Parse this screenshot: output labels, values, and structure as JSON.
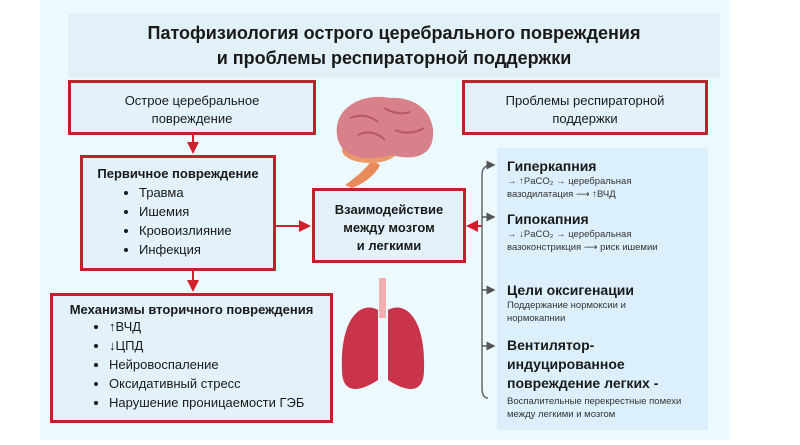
{
  "title": {
    "line1": "Патофизиология острого церебрального повреждения",
    "line2": "и проблемы респираторной поддержки"
  },
  "acute_box": {
    "line1": "Острое церебральное",
    "line2": "повреждение"
  },
  "respiratory_box": {
    "line1": "Проблемы респираторной",
    "line2": "поддержки"
  },
  "primary": {
    "heading": "Первичное повреждение",
    "items": [
      "Травма",
      "Ишемия",
      "Кровоизлияние",
      "Инфекция"
    ]
  },
  "interaction": {
    "line1": "Взаимодействие",
    "line2": "между мозгом",
    "line3": "и легкими"
  },
  "secondary": {
    "heading": "Механизмы вторичного повреждения",
    "items": [
      "↑ВЧД",
      "↓ЦПД",
      "Нейровоспаление",
      "Оксидативный стресс",
      "Нарушение проницаемости ГЭБ"
    ]
  },
  "panel": [
    {
      "heading": "Гиперкапния",
      "text": "→ ↑PaCO₂ → церебральная вазодилатация ⟶ ↑ВЧД"
    },
    {
      "heading": "Гипокапния",
      "text": "→ ↓PaCO₂ → церебральная вазоконстрикция ⟶ риск ишемии"
    },
    {
      "heading": "Цели оксигенации",
      "text": "Поддержание нормоксии и нормокапнии"
    },
    {
      "heading": "Вентилятор-индуцированное повреждение легких -",
      "text": "Воспалительные перекрестные помехи между легкими и мозгом"
    }
  ],
  "colors": {
    "border": "#c0212b",
    "box_fill": "#e3f2fa",
    "panel": "#dcf0fb"
  }
}
